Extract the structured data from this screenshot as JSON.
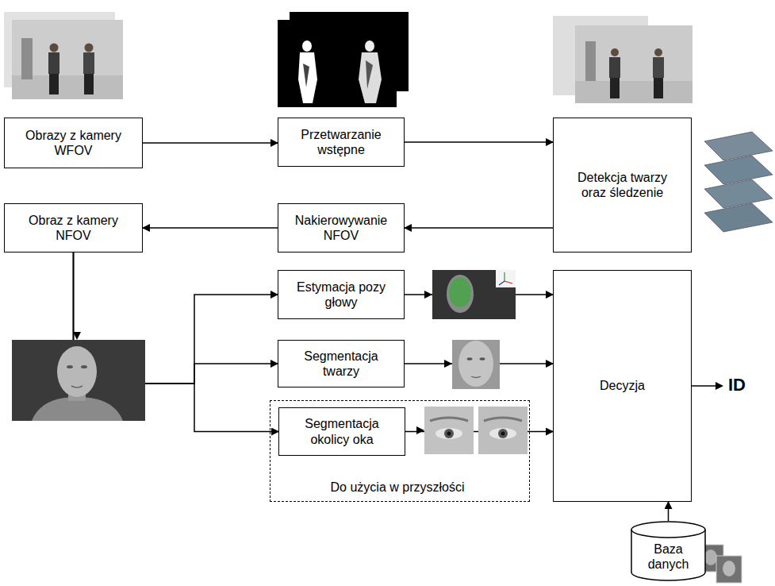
{
  "diagram": {
    "nodes": [
      {
        "text": [
          "Obrazy z kamery WFOV"
        ]
      },
      {
        "text": [
          "Przetwarzanie wstępne"
        ]
      },
      {
        "text": [
          "Detekcja twarzy oraz śledzenie"
        ]
      },
      {
        "text": [
          "Nakierowywanie NFOV"
        ]
      },
      {
        "text": [
          "Obraz z kamery NFOV"
        ]
      },
      {
        "text": [
          "Estymacja pozy głowy"
        ]
      },
      {
        "text": [
          "Segmentacja twarzy"
        ]
      },
      {
        "text": [
          "Do użycia w przyszłości"
        ]
      },
      {
        "text": [
          "Segmentacja okolicy oka"
        ],
        "in": 7
      },
      {
        "text": [
          "Decyzja"
        ]
      },
      {
        "text": [
          "Baza danych"
        ]
      }
    ],
    "edges": [
      {
        "from": 0,
        "to": 1,
        "arrow": "to"
      },
      {
        "from": 1,
        "to": 2,
        "arrow": "to"
      },
      {
        "from": 2,
        "to": 3,
        "arrow": "to"
      },
      {
        "from": 3,
        "to": 4,
        "arrow": "to"
      },
      {
        "from": 4,
        "to": 5,
        "arrow": "to"
      },
      {
        "from": 4,
        "to": 6,
        "arrow": "to"
      },
      {
        "from": 4,
        "to": 8,
        "arrow": "to"
      },
      {
        "from": 5,
        "to": 9,
        "arrow": "to"
      },
      {
        "from": 6,
        "to": 9,
        "arrow": "to"
      },
      {
        "from": 8,
        "to": 9,
        "arrow": "to"
      },
      {
        "from": 10,
        "to": 9,
        "arrow": "to"
      }
    ],
    "labels": [
      "ID"
    ]
  }
}
